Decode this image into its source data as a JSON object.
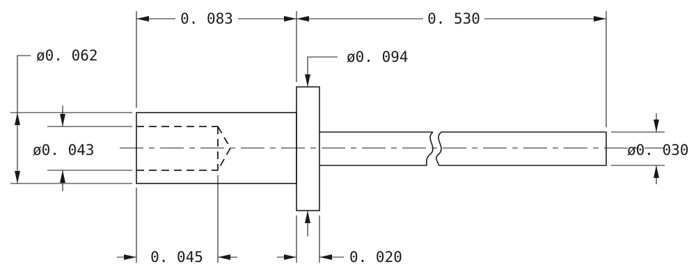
{
  "dimensions": {
    "flange_position": "0. 083",
    "pin_length": "0. 530",
    "head_diameter": "ø0. 062",
    "flange_diameter": "ø0. 094",
    "bore_diameter": "ø0. 043",
    "pin_diameter": "ø0. 030",
    "bore_depth": "0. 045",
    "flange_thickness": "0. 020"
  }
}
